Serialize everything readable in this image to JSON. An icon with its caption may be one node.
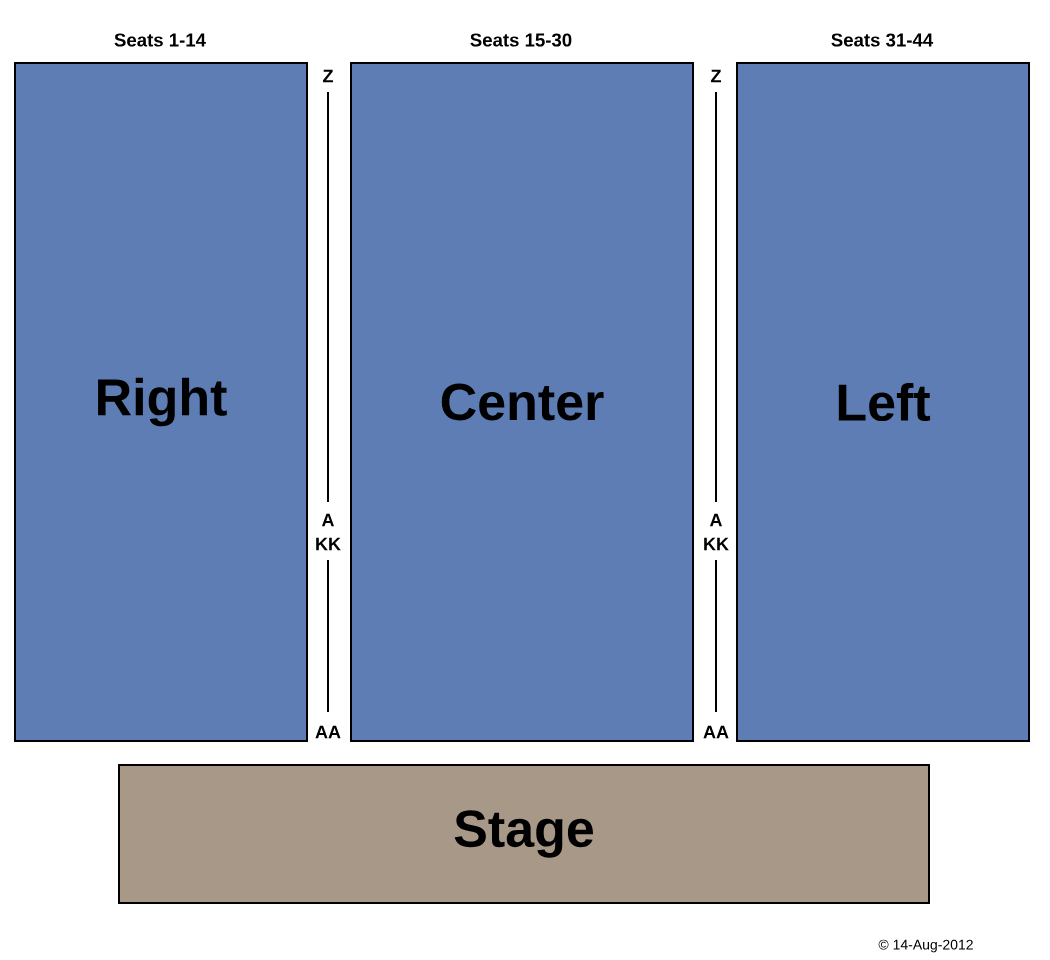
{
  "diagram": {
    "nodes": [
      {
        "text": [
          "Seats 1-14",
          "Right"
        ]
      },
      {
        "text": [
          "Seats 15-30",
          "Center"
        ]
      },
      {
        "text": [
          "Seats 31-44",
          "Left"
        ]
      },
      {
        "text": [
          "Stage"
        ]
      }
    ],
    "labels": [
      "Z",
      "A",
      "KK",
      "AA",
      "Z",
      "A",
      "KK",
      "AA",
      "© 14-Aug-2012"
    ]
  }
}
